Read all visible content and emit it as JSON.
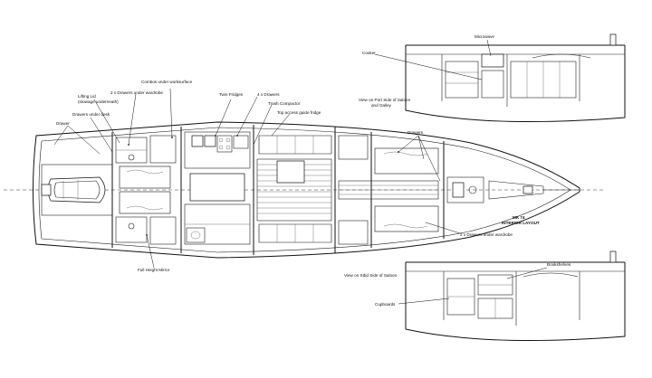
{
  "labels": {
    "combos_under_worksurface": "Combos under worksurface",
    "drawers_under_wardrobe_top": "2 x Drawers under wardrobe",
    "lifting_lid": "Lifting Lid",
    "stowage_underneath": "(stowage underneath)",
    "drawers_under_desk": "Drawers under desk",
    "drawer": "Drawer",
    "twin_fridges": "Twin Fridges",
    "four_drawers": "4 x Drawers",
    "trash_compactor": "Trash Compactor",
    "top_access_fridge": "Top access guide fridge",
    "drawers_mid": "Drawers",
    "full_height_mirror": "Full Height Mirror",
    "drawers_under_wardrobe_bottom": "2 x Drawers under wardrobe",
    "mk_title_1": "MK 74",
    "mk_title_2": "INTERIOR LAYOUT",
    "microwave": "Microwave",
    "cooker": "Cooker",
    "view_port_1": "View on Port Side of Saloon",
    "view_port_2": "and Galley",
    "bookshelves": "Bookshelves",
    "view_stbd": "View on Stbd Side of Saloon",
    "cupboards": "Cupboards"
  }
}
